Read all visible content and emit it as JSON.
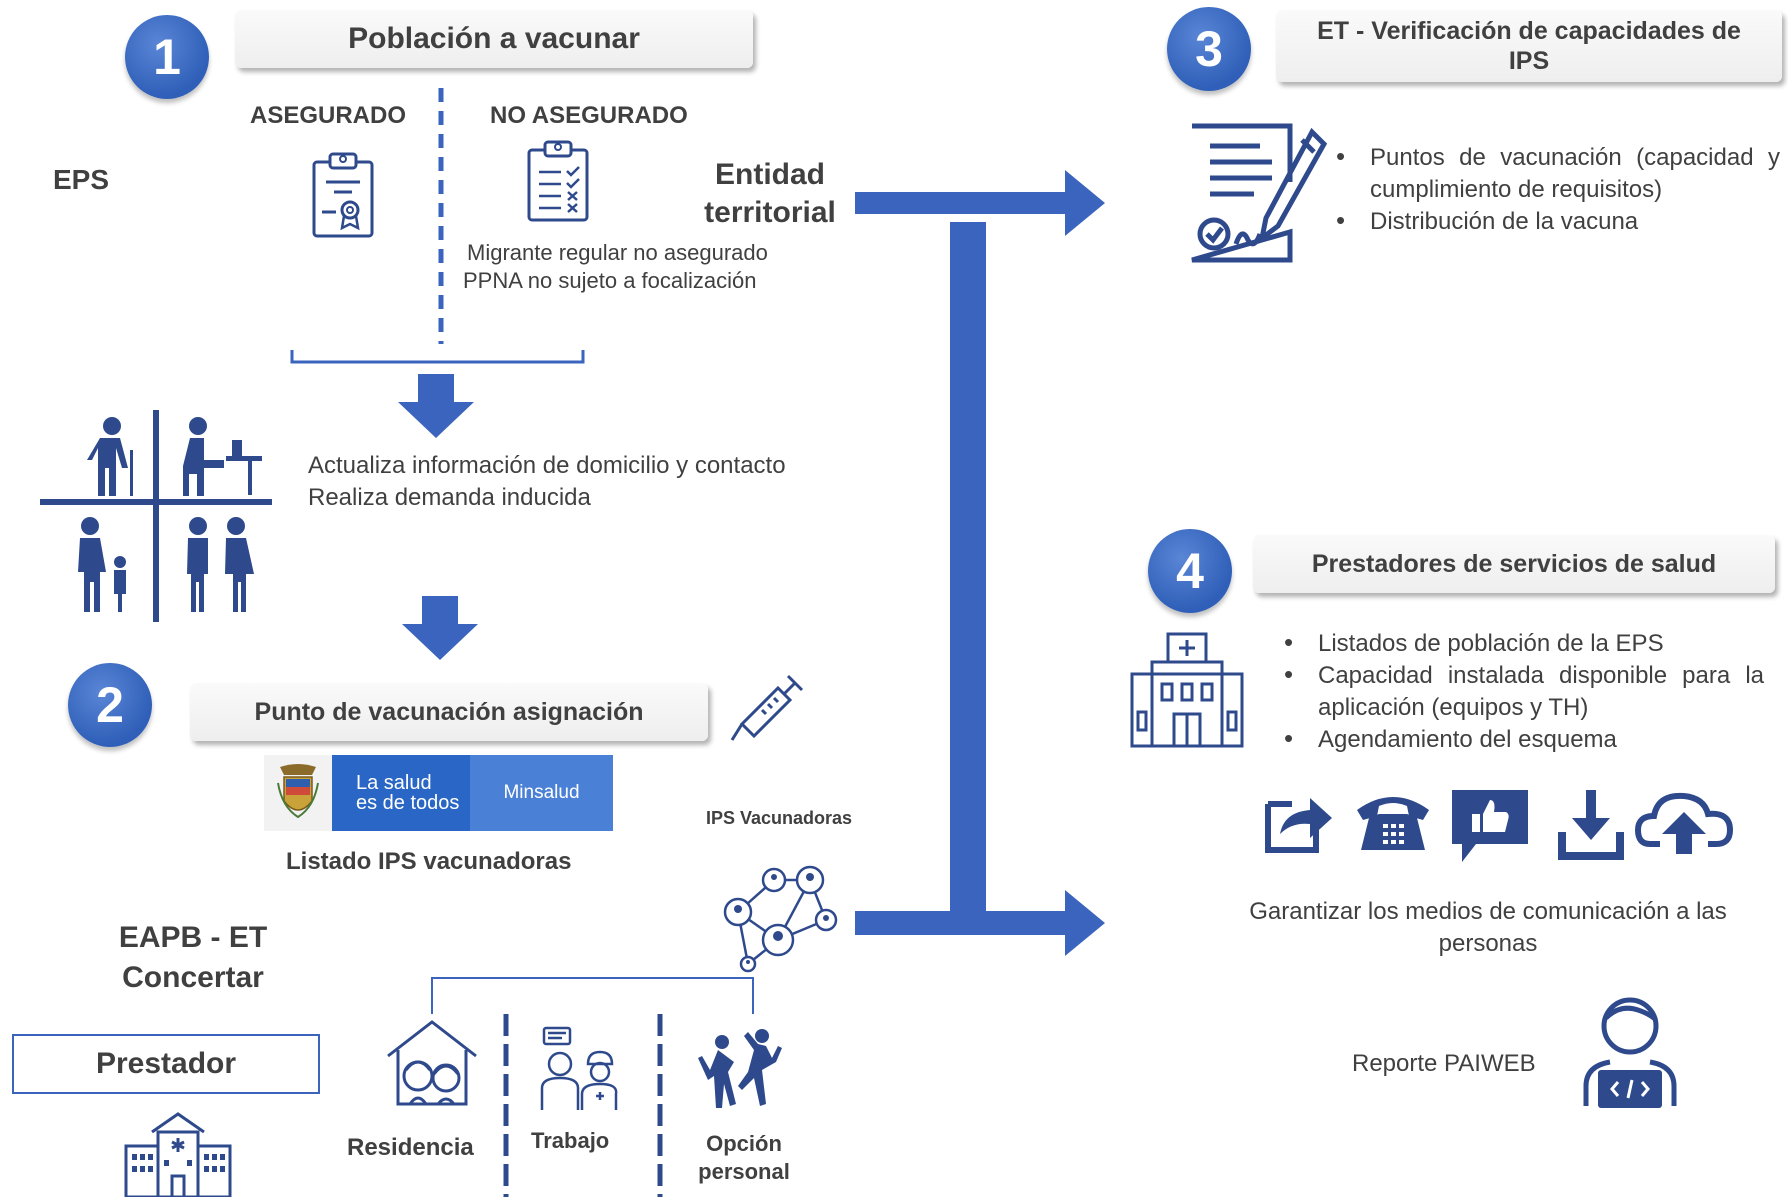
{
  "steps": {
    "s1": {
      "num": "1",
      "title": "Población a vacunar"
    },
    "s2": {
      "num": "2",
      "title": "Punto de vacunación asignación"
    },
    "s3": {
      "num": "3",
      "title": "ET - Verificación de capacidades de IPS"
    },
    "s4": {
      "num": "4",
      "title": "Prestadores de servicios de salud"
    }
  },
  "population": {
    "eps": "EPS",
    "insured": "ASEGURADO",
    "uninsured": "NO ASEGURADO",
    "uninsured_notes": [
      "Migrante regular no asegurado",
      "PPNA no sujeto a focalización"
    ],
    "entity": "Entidad territorial"
  },
  "update": {
    "line1": "Actualiza información de domicilio y contacto",
    "line2": "Realiza demanda inducida"
  },
  "logo": {
    "line1": "La salud",
    "line2": "es de todos",
    "brand": "Minsalud"
  },
  "list_ips": "Listado IPS vacunadoras",
  "ips_vacunadoras": "IPS Vacunadoras",
  "eapb": {
    "line1": "EAPB - ET",
    "line2": "Concertar"
  },
  "prestador": "Prestador",
  "options": {
    "residence": "Residencia",
    "work": "Trabajo",
    "personal": "Opción personal"
  },
  "et_bullets": [
    "Puntos de vacunación (capacidad y cumplimiento de requisitos)",
    "Distribución de la vacuna"
  ],
  "prest_bullets": [
    "Listados de población de la EPS",
    "Capacidad instalada disponible para la aplicación (equipos y TH)",
    "Agendamiento del esquema"
  ],
  "comm_text": "Garantizar los medios de comunicación a las personas",
  "report": "Reporte PAIWEB",
  "colors": {
    "accent": "#3a64bd",
    "navy": "#2e4a8c",
    "text": "#404040"
  },
  "icons": [
    "clipboard-certificate-icon",
    "checklist-icon",
    "family-grid-icon",
    "syringe-icon",
    "network-icon",
    "house-family-icon",
    "workers-icon",
    "dancing-people-icon",
    "hospital-icon",
    "contract-signing-icon",
    "share-icon",
    "telephone-icon",
    "like-icon",
    "download-icon",
    "cloud-upload-icon",
    "developer-icon"
  ]
}
